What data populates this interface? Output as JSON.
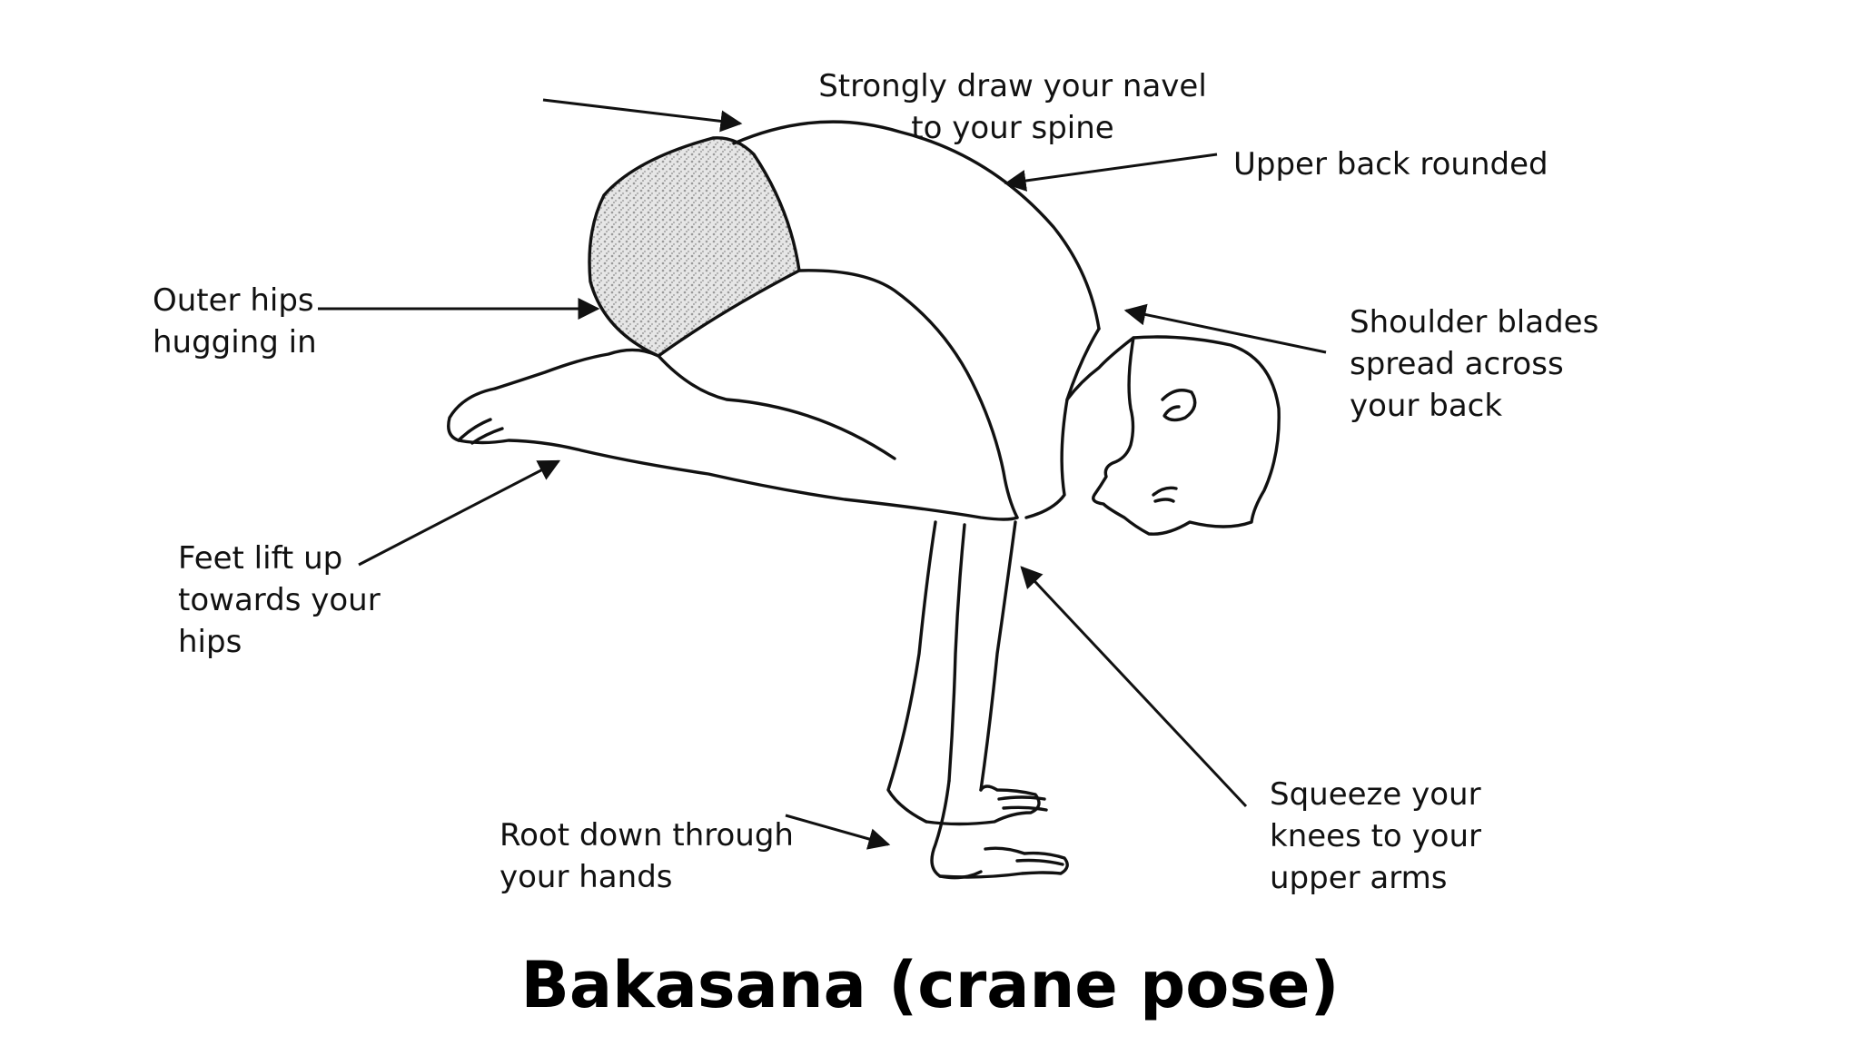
{
  "title": "Bakasana (crane pose)",
  "annotations": {
    "navel": {
      "lines": [
        "Strongly draw your navel",
        "to your spine"
      ]
    },
    "upper_back": {
      "lines": [
        "Upper back rounded"
      ]
    },
    "outer_hips": {
      "lines": [
        "Outer hips",
        "hugging in"
      ]
    },
    "shoulder_blades": {
      "lines": [
        "Shoulder blades",
        "spread across",
        "your back"
      ]
    },
    "feet": {
      "lines": [
        "Feet lift up",
        "towards your",
        "hips"
      ]
    },
    "knees": {
      "lines": [
        "Squeeze your",
        "knees to your",
        "upper arms"
      ]
    },
    "hands": {
      "lines": [
        "Root down through",
        "your hands"
      ]
    }
  },
  "colors": {
    "line": "#111111",
    "shorts_fill": "#e2e2e2",
    "background": "#ffffff"
  }
}
